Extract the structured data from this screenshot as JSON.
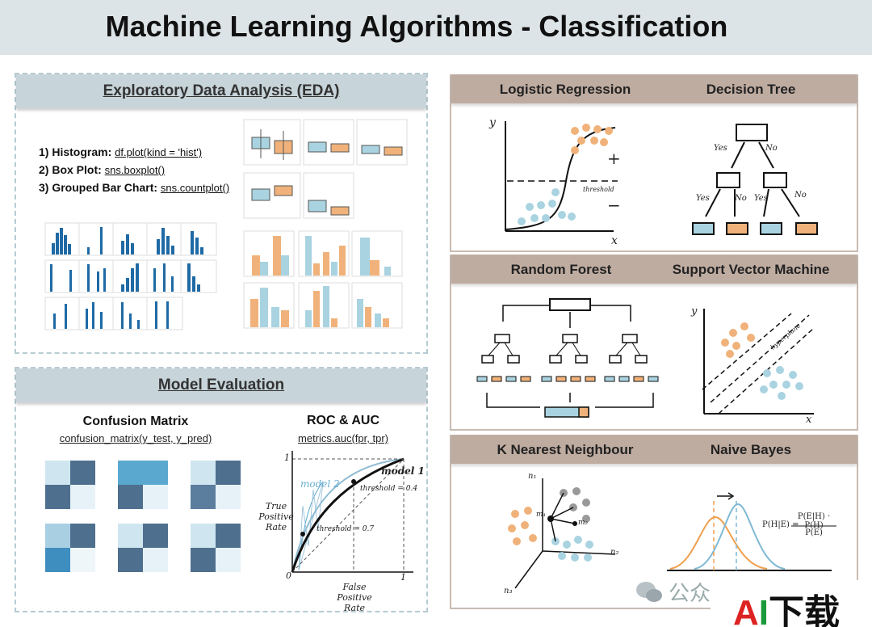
{
  "title": "Machine Learning Algorithms - Classification",
  "eda": {
    "heading": "Exploratory Data Analysis (EDA)",
    "items": [
      {
        "label": "1) Histogram:",
        "code": "df.plot(kind = 'hist')"
      },
      {
        "label": "2) Box Plot:",
        "code": "sns.boxplot()"
      },
      {
        "label": "3) Grouped Bar Chart:",
        "code": "sns.countplot()"
      }
    ]
  },
  "evaluation": {
    "heading": "Model Evaluation",
    "confusion": {
      "title": "Confusion Matrix",
      "code": "confusion_matrix(y_test, y_pred)"
    },
    "roc": {
      "title": "ROC & AUC",
      "code": "metrics.auc(fpr, tpr)",
      "y_axis_label": "True Positive Rate",
      "x_axis_label": "False Positive Rate",
      "model1": "model 1",
      "model2": "model 2",
      "threshold1": "threshold = 0.4",
      "threshold2": "threshold = 0.7",
      "tick_zero": "0",
      "tick_one_x": "1",
      "tick_one_y": "1"
    }
  },
  "algorithms": {
    "logistic": {
      "title": "Logistic Regression",
      "y": "y",
      "x": "x",
      "plus": "+",
      "minus": "−",
      "threshold": "threshold"
    },
    "tree": {
      "title": "Decision Tree",
      "yes": "Yes",
      "no": "No"
    },
    "forest": {
      "title": "Random Forest"
    },
    "svm": {
      "title": "Support Vector Machine",
      "y": "y",
      "x": "x",
      "hyperplane": "hyperplane"
    },
    "knn": {
      "title": "K Nearest Neighbour",
      "n1": "n₁",
      "n2": "n₂",
      "n3": "n₃",
      "m1": "m₁",
      "m2": "m₂"
    },
    "bayes": {
      "title": "Naive Bayes",
      "formula_lhs": "P(H|E) =",
      "formula_num": "P(E|H) · P(H)",
      "formula_den": "P(E)"
    }
  },
  "watermark": {
    "text": "公众",
    "logo_a": "A",
    "logo_i": "I",
    "logo_cn": "下载"
  },
  "colors": {
    "orange": "#f0b27a",
    "blue": "#a9d3e0",
    "darkblue": "#1f5f99",
    "panel_gray": "#c7d4d9",
    "panel_brown": "#bfaca1"
  }
}
